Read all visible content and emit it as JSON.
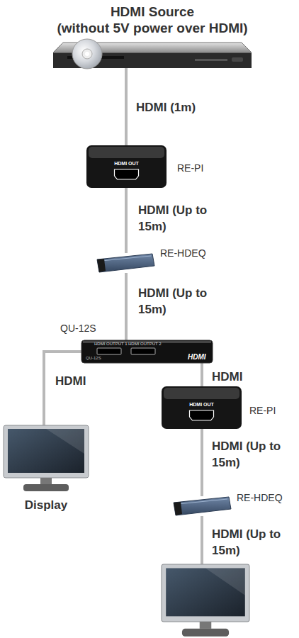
{
  "diagram": {
    "nodes": [
      {
        "text": [
          "HDMI Source",
          "(without 5V power over HDMI)"
        ]
      },
      {
        "text": [
          "HDMI OUT",
          "RE-PI"
        ]
      },
      {
        "text": [
          "RE-HDEQ"
        ]
      },
      {
        "text": [
          "QU-12S",
          "HDMI OUTPUT 1",
          "HDMI OUTPUT 2",
          "QU-12S",
          "HDMI"
        ]
      },
      {
        "text": [
          "Display"
        ]
      },
      {
        "text": [
          "HDMI OUT",
          "RE-PI"
        ]
      },
      {
        "text": [
          "RE-HDEQ"
        ]
      },
      {
        "text": []
      }
    ],
    "edges": [
      {
        "from": 0,
        "to": 1,
        "arrow": "none",
        "label": "HDMI (1m)"
      },
      {
        "from": 1,
        "to": 2,
        "arrow": "none",
        "label": "HDMI (Up to 15m)"
      },
      {
        "from": 2,
        "to": 3,
        "arrow": "none",
        "label": "HDMI (Up to 15m)"
      },
      {
        "from": 3,
        "to": 4,
        "arrow": "none",
        "label": "HDMI"
      },
      {
        "from": 3,
        "to": 5,
        "arrow": "none",
        "label": "HDMI"
      },
      {
        "from": 5,
        "to": 6,
        "arrow": "none",
        "label": "HDMI (Up to 15m)"
      },
      {
        "from": 6,
        "to": 7,
        "arrow": "none",
        "label": "HDMI (Up to 15m)"
      }
    ]
  }
}
